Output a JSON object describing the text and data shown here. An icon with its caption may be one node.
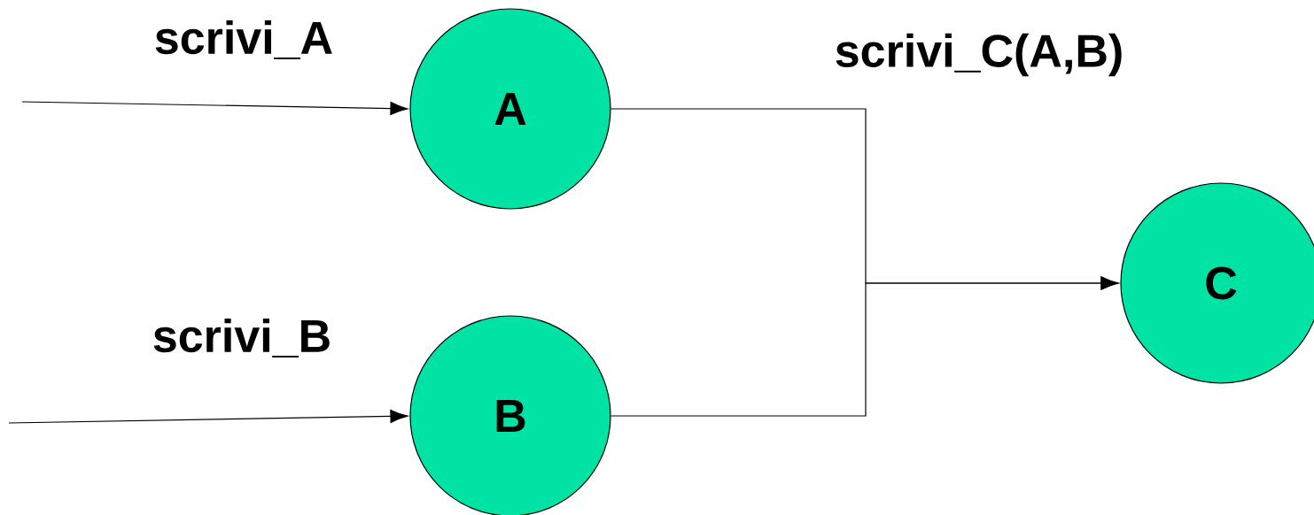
{
  "diagram": {
    "nodes": [
      {
        "text": [
          "A"
        ]
      },
      {
        "text": [
          "B"
        ]
      },
      {
        "text": [
          "C"
        ]
      }
    ],
    "edges": [
      {
        "from": null,
        "to": 0,
        "arrow": "to",
        "label": "scrivi_A"
      },
      {
        "from": null,
        "to": 1,
        "arrow": "to",
        "label": "scrivi_B"
      },
      {
        "from": 0,
        "to": 2,
        "arrow": "to"
      },
      {
        "from": 1,
        "to": 2,
        "arrow": "to"
      }
    ],
    "labels": [
      "scrivi_C(A,B)"
    ]
  }
}
